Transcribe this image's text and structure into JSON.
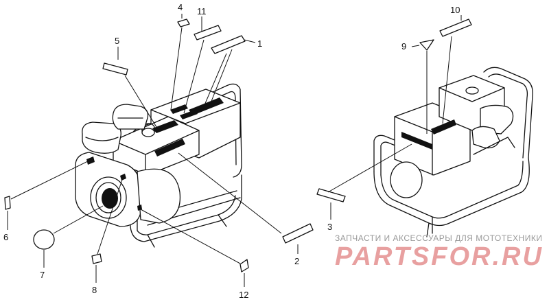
{
  "callouts": {
    "c1": "1",
    "c2": "2",
    "c3": "3",
    "c4": "4",
    "c5": "5",
    "c6": "6",
    "c7": "7",
    "c8": "8",
    "c9": "9",
    "c10": "10",
    "c11": "11",
    "c12": "12"
  },
  "watermark": {
    "tagline": "ЗАПЧАСТИ И АКСЕССУАРЫ ДЛЯ МОТОТЕХНИКИ",
    "brand": "PARTSFOR.RU"
  }
}
